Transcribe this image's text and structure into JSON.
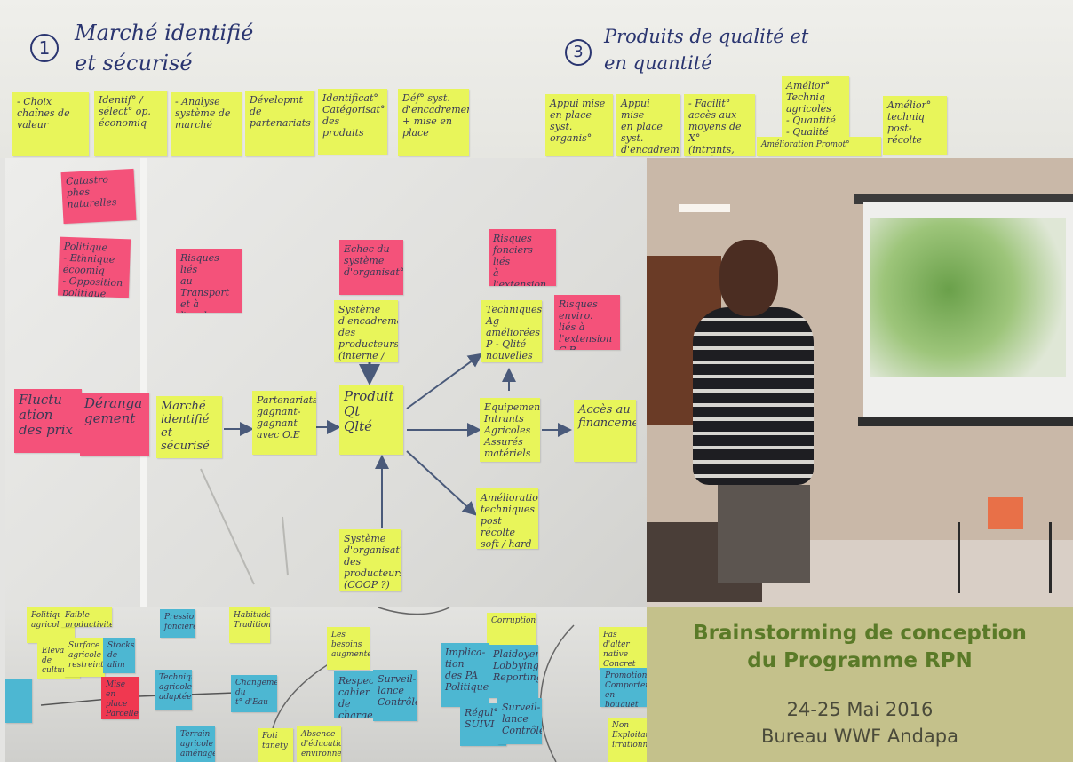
{
  "top_strip": {
    "heading_left": "Marché identifié\net sécurisé",
    "heading_left_number": "1",
    "heading_right": "Produits de qualité et\nen quantité",
    "heading_right_number": "3",
    "notes": [
      "- Choix\nchaînes de\nvaleur",
      "Identif° /\nsélect° op.\néconomiq",
      "- Analyse\nsystème de\nmarché",
      "Dévelopmt\nde\npartenariats",
      "Identificat°\nCatégorisat°\ndes produits",
      "Déf° syst.\nd'encadrement\n+ mise en\nplace",
      "Appui mise\nen place\nsyst.\norganis°",
      "Appui mise\nen place\nsyst.\nd'encadrement",
      "- Facilit°\naccès aux\nmoyens de X°\n(intrants,\nmatériels, etc)",
      "Amélior°\nTechniq agricoles\n- Quantité\n- Qualité",
      "Amélior°\ntechniq\npost-récolte",
      "Amélioration\nPromot°"
    ]
  },
  "main_board": {
    "notes": {
      "catastrophe": "Catastro\nphes\nnaturelles",
      "politique": "Politique\n- Ethnique\nécoomiq\n- Opposition\npolitique",
      "risques_transport": "Risques liés\nau Transport\net à\nl'enclavement",
      "echec": "Echec du\nsystème\nd'organisat°",
      "risques_fonciers": "Risques\nfonciers liés\nà l'extension\nCR",
      "risques_enviro": "Risques\nenviro.\nliés à\nl'extension\nC.R",
      "systeme_encadrement": "Système\nd'encadrement\ndes\nproducteurs\n(interne / externe)",
      "techniques_ag": "Techniques Ag\naméliorées\nP - Qlité\nnouvelles et\nexistantes",
      "fluctuation": "Fluctu\nation\ndes prix",
      "derangement": "Déranga\ngement",
      "marche_identifie": "Marché\nidentifié\net\nsécurisé",
      "partenariats": "Partenariats\ngagnant-gagnant\navec O.E",
      "produit_qlte": "Produit\nQt\nQlté",
      "equipements": "Equipements\nIntrants\nAgricoles\nAssurés\nmatériels",
      "acces_financement": "Accès au\nfinancement",
      "amelioration_post_recolte": "Amélioration\ntechniques\npost récolte\nsoft / hard",
      "systeme_organisation": "Système\nd'organisat°\ndes producteurs\n(COOP ?)"
    }
  },
  "bottom_board": {
    "notes": {
      "b1": "Pression\nfonciere",
      "b2": "Habitude\nTradition",
      "b3": "Les besoins\naugmentent",
      "b4": "Corruption",
      "b5": "Pas d'alter\nnative\nConcret",
      "b6": "Changement\ndu\nt° d'Eau",
      "b7": "Implica-\ntion\ndes PA\nPolitiques",
      "b8": "Plaidoyer\nLobbying\nReporting",
      "b9": "Respect\ncahier de\ncharge",
      "b10": "Surveil-\nlance\nContrôle",
      "b11": "Promotion\nComportement\nen bouquet",
      "b12": "Mise en\nplace\nParcelle\nde culture",
      "b13": "Technique\nagricole\nadaptée",
      "b14": "Régul°\nSUIVI",
      "b15": "Surveil-\nlance\nContrôle",
      "b16": "Non\nExploitation\nirrationnelle",
      "b17": "Foti\ntanety",
      "b18": "Absence\nd'éducation\nenvironnementale",
      "b19": "Terrain\nagricole\naménagé",
      "b20": "Stocks\nde\nalim",
      "b21": "Elevage\nde\nculture",
      "b22": "Surface\nagricole\nrestreinte",
      "b23": "Faible\nproductivité",
      "b24": "Politique\nagricole"
    }
  },
  "caption": {
    "title_line1": "Brainstorming de conception",
    "title_line2": "du Programme RPN",
    "date": "24-25 Mai 2016",
    "place": "Bureau WWF Andapa"
  }
}
